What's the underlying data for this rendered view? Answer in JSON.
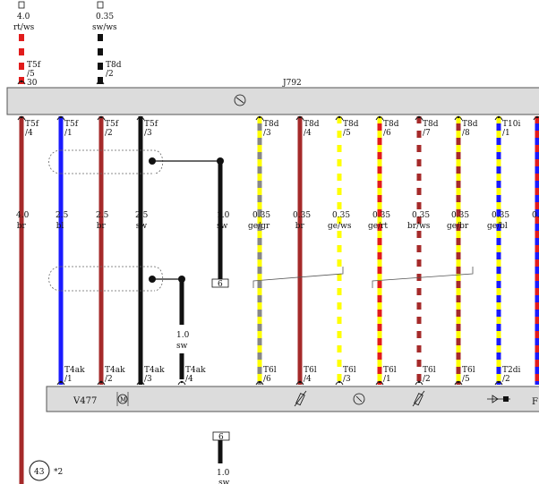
{
  "colors": {
    "br": "#a52a2a",
    "rt": "#e11c1c",
    "ws": "#ffffff",
    "sw": "#111111",
    "bl": "#1a1aff",
    "ge": "#ffff00",
    "gr": "#888888",
    "bar_fill": "#dcdcdc",
    "bar_stroke": "#555555"
  },
  "components": {
    "upper": {
      "label": "J792"
    },
    "lower": {
      "label": "V477",
      "right_label": "F"
    }
  },
  "top_wires": [
    {
      "id": "top-1",
      "gauge": "4.0",
      "color": "rt/ws",
      "stripe": [
        "rt",
        "ws"
      ],
      "conn": "T5f",
      "pin": "/5",
      "pin2": "30"
    },
    {
      "id": "top-2",
      "gauge": "0.35",
      "color": "sw/ws",
      "stripe": [
        "sw",
        "ws"
      ],
      "conn": "T8d",
      "pin": "/2",
      "pin2": ""
    }
  ],
  "wires": [
    {
      "id": "w1",
      "conn": "T5f",
      "pin": "/4",
      "gauge": "4.0",
      "color": "br",
      "stripe": [
        "br"
      ],
      "lower_conn": "",
      "lower_pin": ""
    },
    {
      "id": "w2",
      "conn": "T5f",
      "pin": "/1",
      "gauge": "2.5",
      "color": "bl",
      "stripe": [
        "bl"
      ],
      "lower_conn": "T4ak",
      "lower_pin": "/1"
    },
    {
      "id": "w3",
      "conn": "T5f",
      "pin": "/2",
      "gauge": "2.5",
      "color": "br",
      "stripe": [
        "br"
      ],
      "lower_conn": "T4ak",
      "lower_pin": "/2"
    },
    {
      "id": "w4",
      "conn": "T5f",
      "pin": "/3",
      "gauge": "2.5",
      "color": "sw",
      "stripe": [
        "sw"
      ],
      "lower_conn": "T4ak",
      "lower_pin": "/3"
    },
    {
      "id": "w5",
      "conn": "T8d",
      "pin": "/3",
      "gauge": "0.35",
      "color": "ge/gr",
      "stripe": [
        "ge",
        "gr"
      ],
      "lower_conn": "T6l",
      "lower_pin": "/6"
    },
    {
      "id": "w6",
      "conn": "T8d",
      "pin": "/4",
      "gauge": "0.35",
      "color": "br",
      "stripe": [
        "br"
      ],
      "lower_conn": "T6l",
      "lower_pin": "/4"
    },
    {
      "id": "w7",
      "conn": "T8d",
      "pin": "/5",
      "gauge": "0.35",
      "color": "ge/ws",
      "stripe": [
        "ge",
        "ws"
      ],
      "lower_conn": "T6l",
      "lower_pin": "/3"
    },
    {
      "id": "w8",
      "conn": "T8d",
      "pin": "/6",
      "gauge": "0.35",
      "color": "ge/rt",
      "stripe": [
        "ge",
        "rt"
      ],
      "lower_conn": "T6l",
      "lower_pin": "/1"
    },
    {
      "id": "w9",
      "conn": "T8d",
      "pin": "/7",
      "gauge": "0.35",
      "color": "br/ws",
      "stripe": [
        "br",
        "ws"
      ],
      "lower_conn": "T6l",
      "lower_pin": "/2"
    },
    {
      "id": "w10",
      "conn": "T8d",
      "pin": "/8",
      "gauge": "0.35",
      "color": "ge/br",
      "stripe": [
        "ge",
        "br"
      ],
      "lower_conn": "T6l",
      "lower_pin": "/5"
    },
    {
      "id": "w11",
      "conn": "T10i",
      "pin": "/1",
      "gauge": "0.35",
      "color": "ge/bl",
      "stripe": [
        "ge",
        "bl"
      ],
      "lower_conn": "T2di",
      "lower_pin": "/2"
    },
    {
      "id": "w12",
      "conn": "",
      "pin": "",
      "gauge": "0.",
      "color": "",
      "stripe": [
        "rt",
        "bl"
      ],
      "lower_conn": "",
      "lower_pin": ""
    }
  ],
  "ground_wires": [
    {
      "id": "g1",
      "gauge": "1.0",
      "color": "sw",
      "ref": "6"
    },
    {
      "id": "g2",
      "gauge": "1.0",
      "color": "sw",
      "ref": ""
    },
    {
      "id": "g3",
      "gauge": "1.0",
      "color": "sw",
      "ref": "6"
    }
  ],
  "bottom_ref": {
    "number": "43",
    "note": "*2"
  }
}
